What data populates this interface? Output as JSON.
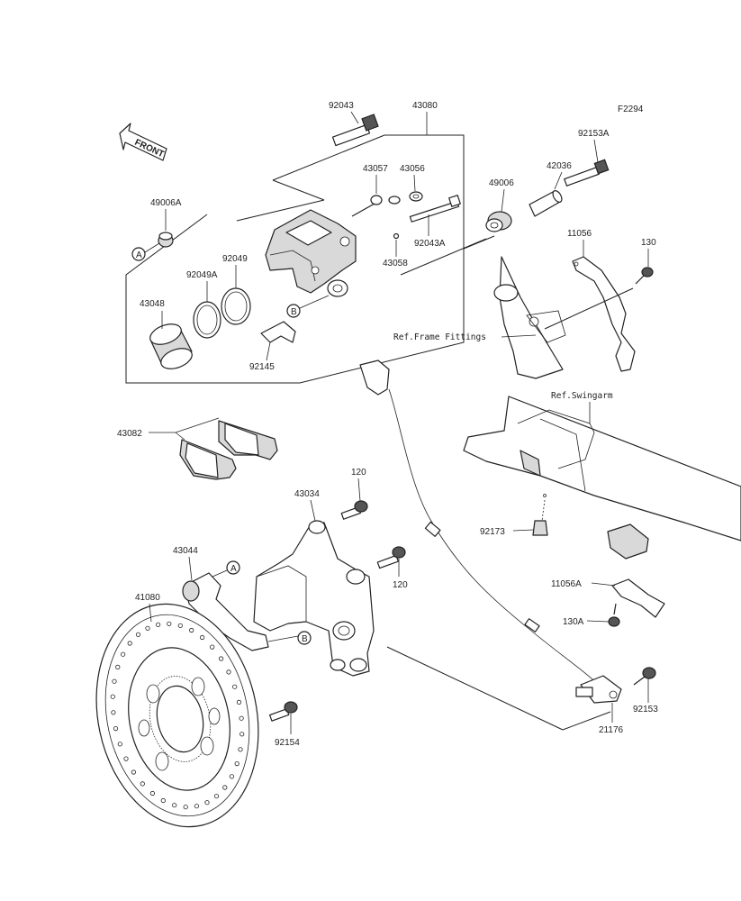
{
  "figure_code": "F2294",
  "front_label": "FRONT",
  "ref_labels": {
    "frame_fittings": "Ref.Frame Fittings",
    "swingarm": "Ref.Swingarm"
  },
  "callouts": {
    "A": "A",
    "B": "B"
  },
  "parts": {
    "p92043": "92043",
    "p43080": "43080",
    "p43057": "43057",
    "p43056": "43056",
    "p49006A": "49006A",
    "p92049": "92049",
    "p92049A": "92049A",
    "p43048": "43048",
    "p92145": "92145",
    "p43058": "43058",
    "p92043A": "92043A",
    "p49006": "49006",
    "p42036": "42036",
    "p92153A": "92153A",
    "p11056": "11056",
    "p130": "130",
    "p43082": "43082",
    "p120a": "120",
    "p120b": "120",
    "p43034": "43034",
    "p43044": "43044",
    "p41080": "41080",
    "p92173": "92173",
    "p11056A": "11056A",
    "p130A": "130A",
    "p92153": "92153",
    "p21176": "21176",
    "p92154": "92154"
  }
}
